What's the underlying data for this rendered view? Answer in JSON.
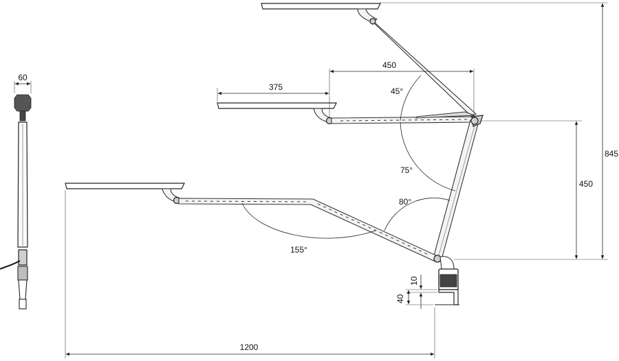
{
  "diagram": {
    "dimensions": {
      "side_width": "60",
      "head_length": "375",
      "arm_upper_reach": "450",
      "angle_top": "45°",
      "angle_mid": "75°",
      "angle_elbow": "80°",
      "angle_low": "155°",
      "height_total": "845",
      "height_pivot": "450",
      "clamp_top": "10",
      "clamp_depth": "40",
      "reach_total": "1200"
    }
  }
}
